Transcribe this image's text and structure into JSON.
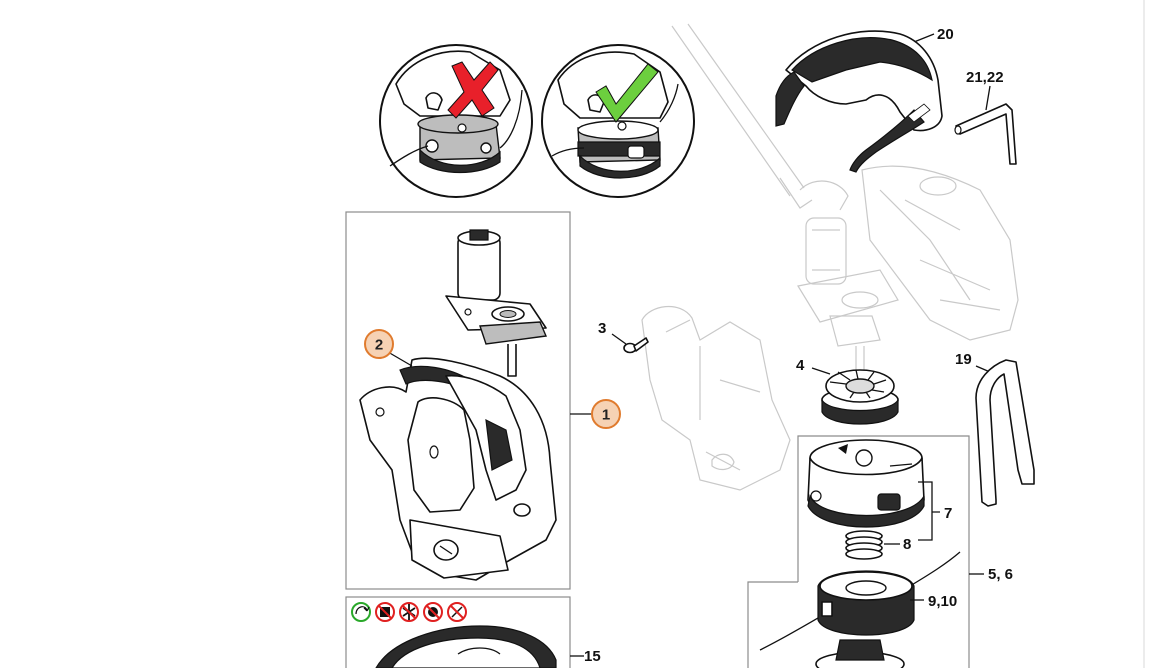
{
  "callouts": [
    {
      "id": "1",
      "text": "1",
      "fill": "#f6d2b4",
      "stroke": "#e07b2e"
    },
    {
      "id": "2",
      "text": "2",
      "fill": "#f6d2b4",
      "stroke": "#e07b2e"
    }
  ],
  "labels": {
    "l3": "3",
    "l4": "4",
    "l7": "7",
    "l8": "8",
    "l910": "9,10",
    "l56": "5, 6",
    "l15": "15",
    "l19": "19",
    "l20": "20",
    "l2122": "21,22"
  },
  "detail_views": [
    {
      "status": "incorrect",
      "mark_icon": "red-cross-icon",
      "color": "#e8202a"
    },
    {
      "status": "correct",
      "mark_icon": "green-check-icon",
      "color": "#6ccf3e"
    }
  ],
  "safety_icons": [
    {
      "icon": "rotation-icon",
      "color": "#2aa82a"
    },
    {
      "icon": "no-battery-icon",
      "color": "#e02020"
    },
    {
      "icon": "no-blade-icon",
      "color": "#e02020"
    },
    {
      "icon": "no-gear-icon",
      "color": "#e02020"
    },
    {
      "icon": "no-tool-icon",
      "color": "#e02020"
    }
  ]
}
